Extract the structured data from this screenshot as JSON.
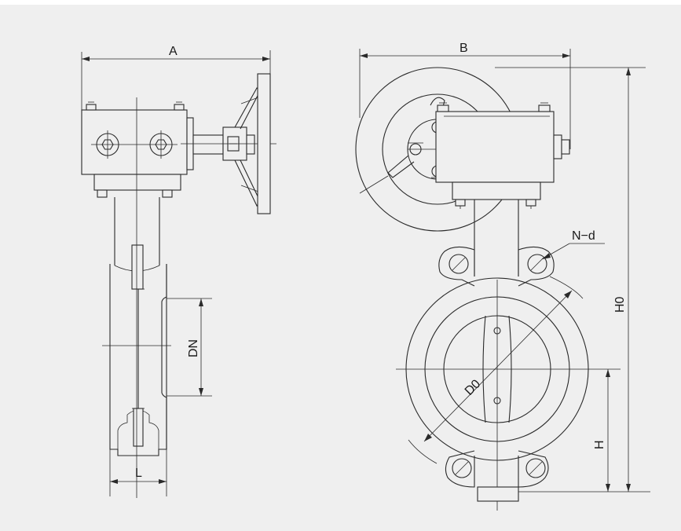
{
  "drawing": {
    "background_color": "#efefef",
    "line_color": "#2a2a2a",
    "labels": {
      "A": "A",
      "B": "B",
      "DN": "DN",
      "L": "L",
      "D0": "D0",
      "N_d": "N−d",
      "H": "H",
      "H0": "H0"
    }
  }
}
